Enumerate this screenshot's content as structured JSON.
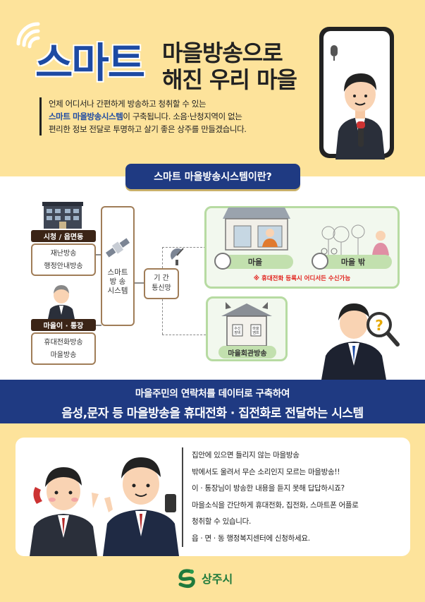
{
  "header": {
    "title_big": "스마트",
    "title_line1": "마을방송으로",
    "title_line2": "해진 우리 마을"
  },
  "intro": {
    "line1": "언제 어디서나 간편하게 방송하고 청취할 수 있는",
    "line2_highlight": "스마트 마을방송시스템",
    "line2_rest": "이 구축됩니다. 소음·난청지역이 없는",
    "line3": "편리한 정보 전달로 투명하고 살기 좋은 상주를 만들겠습니다."
  },
  "section_badge": "스마트 마을방송시스템이란?",
  "diagram": {
    "left_top_label": "시청 / 읍면동",
    "left_top_text1": "재난방송",
    "left_top_text2": "행정안내방송",
    "left_bottom_label": "마을이 · 통장",
    "left_bottom_text1": "휴대전화방송",
    "left_bottom_text2": "마을방송",
    "system_line1": "스마트",
    "system_line2": "방  송",
    "system_line3": "시스템",
    "network_line1": "기  간",
    "network_line2": "통신망",
    "village_in": "마을",
    "village_out": "마을 밖",
    "note": "※ 휴대전화 등록시 어디서든 수신가능",
    "hall": "마을회관방송",
    "hall_box1": "수신\n장비",
    "hall_box2": "마을\n앰프"
  },
  "blue_band": {
    "line1": "마을주민의 연락처를 데이터로 구축하여",
    "line2": "음성,문자 등 마을방송을 휴대전화 · 집전화로 전달하는 시스템"
  },
  "card": {
    "lines": [
      "집안에 있으면 들리지 않는 마을방송",
      "밖에서도 울려서 무슨 소리인지 모르는 마을방송!!",
      "이 · 통장님이 방송한 내용을 듣지 못해 답답하시죠?",
      "마을소식을 간단하게 휴대전화, 집전화, 스마트폰 어플로",
      "청취할 수 있습니다.",
      "읍 · 면 · 동 행정복지센터에 신청하세요."
    ]
  },
  "logo": {
    "text": "상주시"
  },
  "colors": {
    "yellow": "#fde39b",
    "navy": "#1f3a82",
    "title_blue": "#1d4aa3",
    "green_pill": "#c2e0ae",
    "note_red": "#e2211c"
  }
}
